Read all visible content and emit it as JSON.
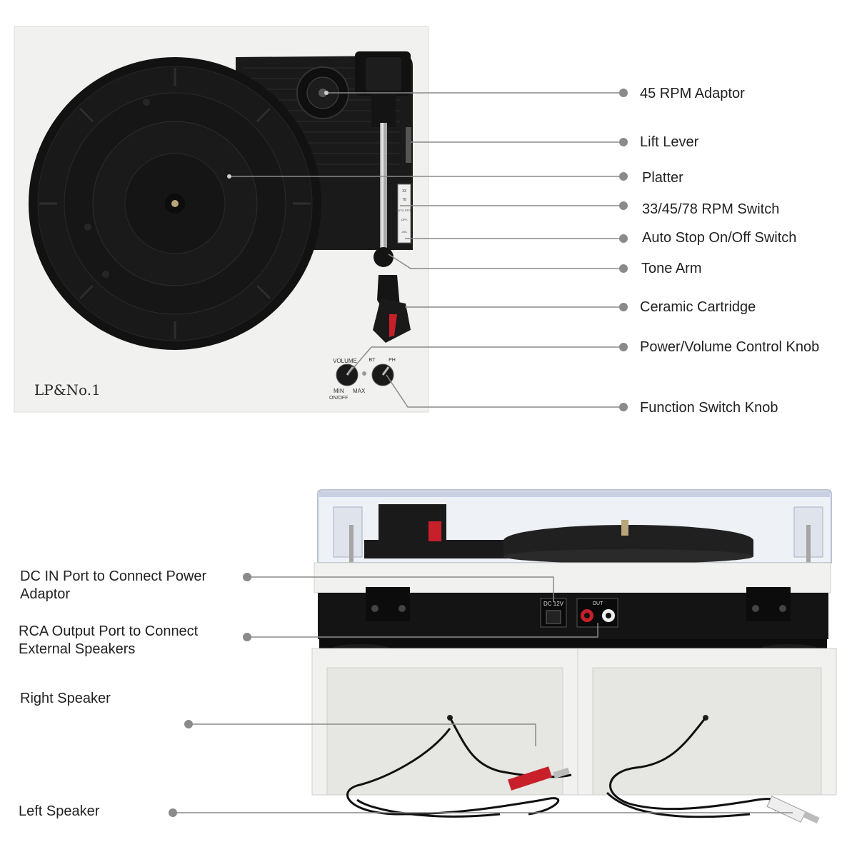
{
  "top_labels": [
    {
      "id": "adaptor",
      "text": "45 RPM Adaptor"
    },
    {
      "id": "lift",
      "text": "Lift Lever"
    },
    {
      "id": "platter",
      "text": "Platter"
    },
    {
      "id": "rpm",
      "text": "33/45/78 RPM Switch"
    },
    {
      "id": "autostop",
      "text": "Auto Stop On/Off Switch"
    },
    {
      "id": "tonearm",
      "text": "Tone Arm"
    },
    {
      "id": "cartridge",
      "text": "Ceramic Cartridge"
    },
    {
      "id": "volume",
      "text": "Power/Volume Control Knob"
    },
    {
      "id": "function",
      "text": "Function Switch Knob"
    }
  ],
  "bottom_labels": [
    {
      "id": "dcin",
      "text": "DC IN Port to Connect Power Adaptor"
    },
    {
      "id": "rca",
      "text": "RCA Output Port to Connect External Speakers"
    },
    {
      "id": "right",
      "text": "Right Speaker"
    },
    {
      "id": "left",
      "text": "Left Speaker"
    }
  ],
  "device_text": {
    "brand": "LP&No.1",
    "volume": "VOLUME",
    "min": "MIN",
    "max": "MAX",
    "onoff": "ON/OFF",
    "bt": "BT",
    "ph": "PH",
    "rpm33": "33",
    "rpm78": "78",
    "auto_stop": "AUTO STOP",
    "off": "-OFF-",
    "on": "-ON-",
    "dc": "DC 12V",
    "out": "OUT"
  },
  "colors": {
    "panel": "#f1f1ef",
    "black": "#151515",
    "leader": "#8a8a8a",
    "rca_red": "#c8202a",
    "rca_white": "#eeeeee",
    "lid": "#d8dde8",
    "metal": "#9a9a9a"
  }
}
